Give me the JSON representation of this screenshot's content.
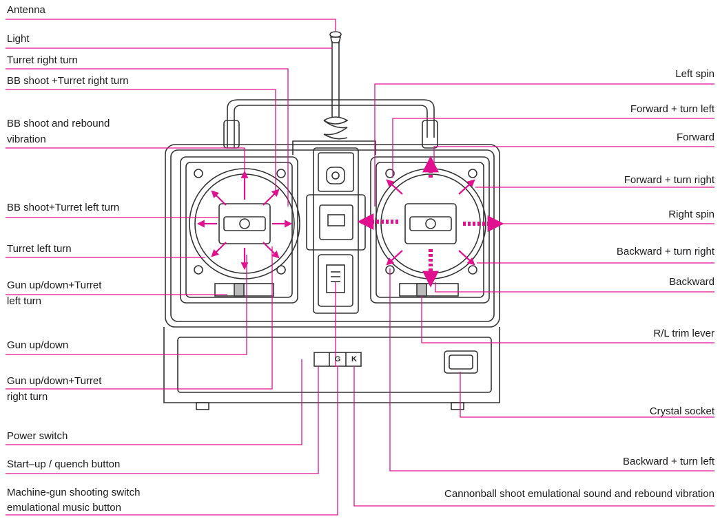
{
  "colors": {
    "accent": "#e0108f",
    "outline": "#333333",
    "text": "#1a1a1a"
  },
  "labels": {
    "antenna": "Antenna",
    "light": "Light",
    "turret_right_turn": "Turret right turn",
    "bb_shoot_turret_right": "BB shoot +Turret right turn",
    "bb_shoot_rebound_1": "BB shoot and rebound",
    "bb_shoot_rebound_2": "vibration",
    "bb_shoot_turret_left": "BB shoot+Turret left turn",
    "turret_left_turn": "Turret left turn",
    "gun_turret_left_1": "Gun up/down+Turret",
    "gun_turret_left_2": "left turn",
    "gun_up_down": "Gun up/down",
    "gun_turret_right_1": "Gun up/down+Turret",
    "gun_turret_right_2": "right turn",
    "power_switch": "Power switch",
    "startup_quench": "Start–up / quench button",
    "machine_gun_1": "Machine-gun shooting switch",
    "machine_gun_2": "emulational music button",
    "left_spin": "Left spin",
    "forward_turn_left": "Forward + turn left",
    "forward": "Forward",
    "forward_turn_right": "Forward + turn right",
    "right_spin": "Right spin",
    "backward_turn_right": "Backward + turn right",
    "backward": "Backward",
    "rl_trim": "R/L trim lever",
    "crystal_socket": "Crystal socket",
    "backward_turn_left": "Backward + turn left",
    "cannonball": "Cannonball shoot emulational sound and rebound vibration"
  },
  "buttons": {
    "g": "G",
    "k": "K"
  }
}
